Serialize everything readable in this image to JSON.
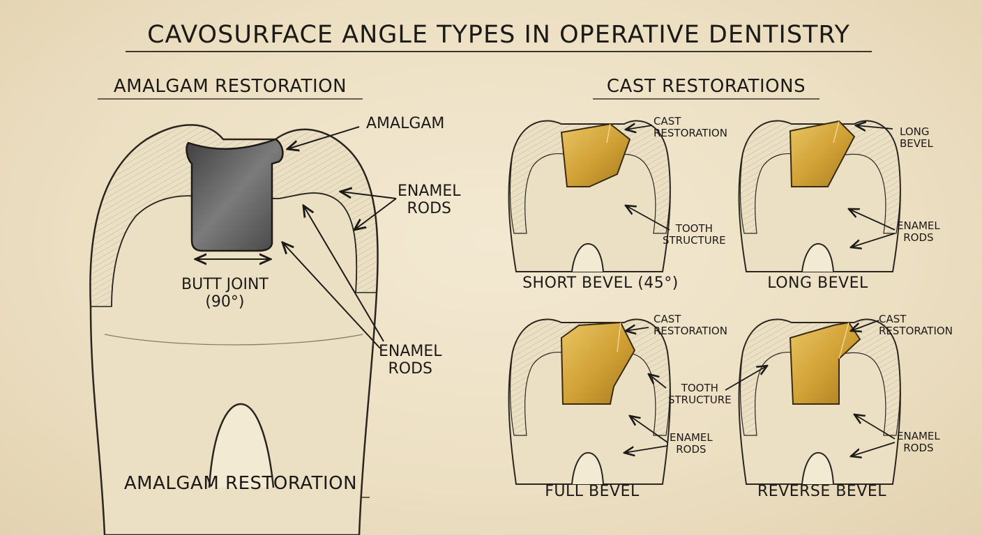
{
  "title": "CAVOSURFACE ANGLE TYPES IN OPERATIVE DENTISTRY",
  "left_panel": {
    "heading": "AMALGAM RESTORATION",
    "footer": "AMALGAM RESTORATION",
    "label_amalgam": "AMALGAM",
    "label_enamel_top": [
      "ENAMEL",
      "RODS"
    ],
    "label_enamel_bottom": [
      "ENAMEL",
      "RODS"
    ],
    "label_joint": [
      "BUTT JOINT",
      "(90°)"
    ]
  },
  "right_panel": {
    "heading": "CAST RESTORATIONS",
    "short_bevel": {
      "caption": "SHORT BEVEL (45°)",
      "label_cast": [
        "CAST",
        "RESTORATION"
      ],
      "label_tooth": [
        "TOOTH",
        "STRUCTURE"
      ]
    },
    "long_bevel": {
      "caption": "LONG BEVEL",
      "label_bevel": [
        "LONG",
        "BEVEL"
      ],
      "label_enamel": [
        "ENAMEL",
        "RODS"
      ]
    },
    "full_bevel": {
      "caption": "FULL BEVEL",
      "label_cast": [
        "CAST",
        "RESTORATION"
      ],
      "label_tooth": [
        "TOOTH",
        "STRUCTURE"
      ],
      "label_enamel": [
        "ENAMEL",
        "RODS"
      ]
    },
    "reverse_bevel": {
      "caption": "REVERSE BEVEL",
      "label_cast": [
        "CAST",
        "RESTORATION"
      ],
      "label_enamel": [
        "ENAMEL",
        "RODS"
      ]
    }
  },
  "colors": {
    "paper": "#efe3c8",
    "ink": "#1c1a17",
    "gold": "#d4a83a",
    "gold_dark": "#9b7420",
    "amalgam": "#5a5a5a",
    "enamel": "#e6d6b2"
  }
}
